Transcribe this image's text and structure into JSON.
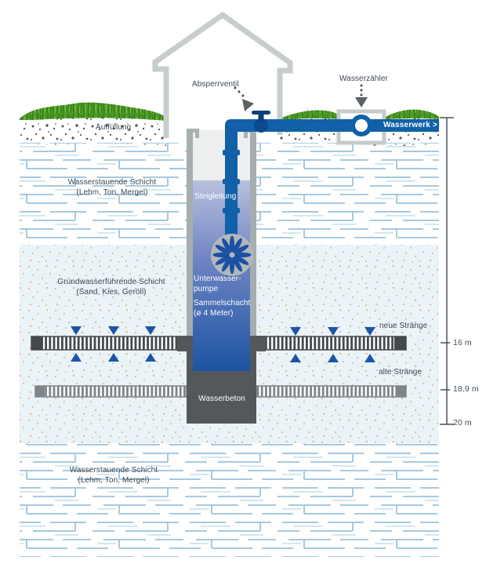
{
  "diagram": {
    "callouts": {
      "absperrventil": "Absperrventil",
      "wasserzaehler": "Wasserzähler"
    },
    "pipe_label": "Wasserwerk >",
    "layers": {
      "auffuellung": "Auffüllung",
      "aquitard_upper": "Wasserstauende Schicht\n(Lehm, Ton, Mergel)",
      "aquifer": "Grundwasserführende Schicht\n(Sand, Kies, Geröll)",
      "aquitard_lower": "Wasserstauende Schicht\n(Lehm, Ton, Mergel)"
    },
    "shaft": {
      "steigleitung": "Steigleitung",
      "unterwasserpumpe": "Unterwasser-\npumpe",
      "sammelschacht": "Sammelschacht\n(ø 4 Meter)",
      "wasserbeton": "Wasserbeton"
    },
    "strands": {
      "neue": "neue Stränge",
      "alte": "alte Stränge"
    },
    "depth_scale": {
      "d16": "16 m",
      "d18_9": "18,9 m",
      "d20": "20 m"
    },
    "colors": {
      "pipe_blue": "#1160a8",
      "valve_navy": "#0e3f77",
      "water_top": "#b9c0de",
      "water_bottom": "#1d54a3",
      "grass_green": "#4e9a28",
      "gravel_dot": "#565656",
      "dash_blue": "#a7c9e0",
      "sand_bg": "#eaf3f8",
      "sand_dot": "#d8b88c",
      "shaft_wall": "#a6adaf",
      "concrete_dark": "#54585b",
      "strand_new": "#45494c",
      "strand_old": "#7e848a",
      "house_gray": "#c7cdcd",
      "flow_triangle": "#1c55a8",
      "text_dark": "#3b4852"
    }
  }
}
